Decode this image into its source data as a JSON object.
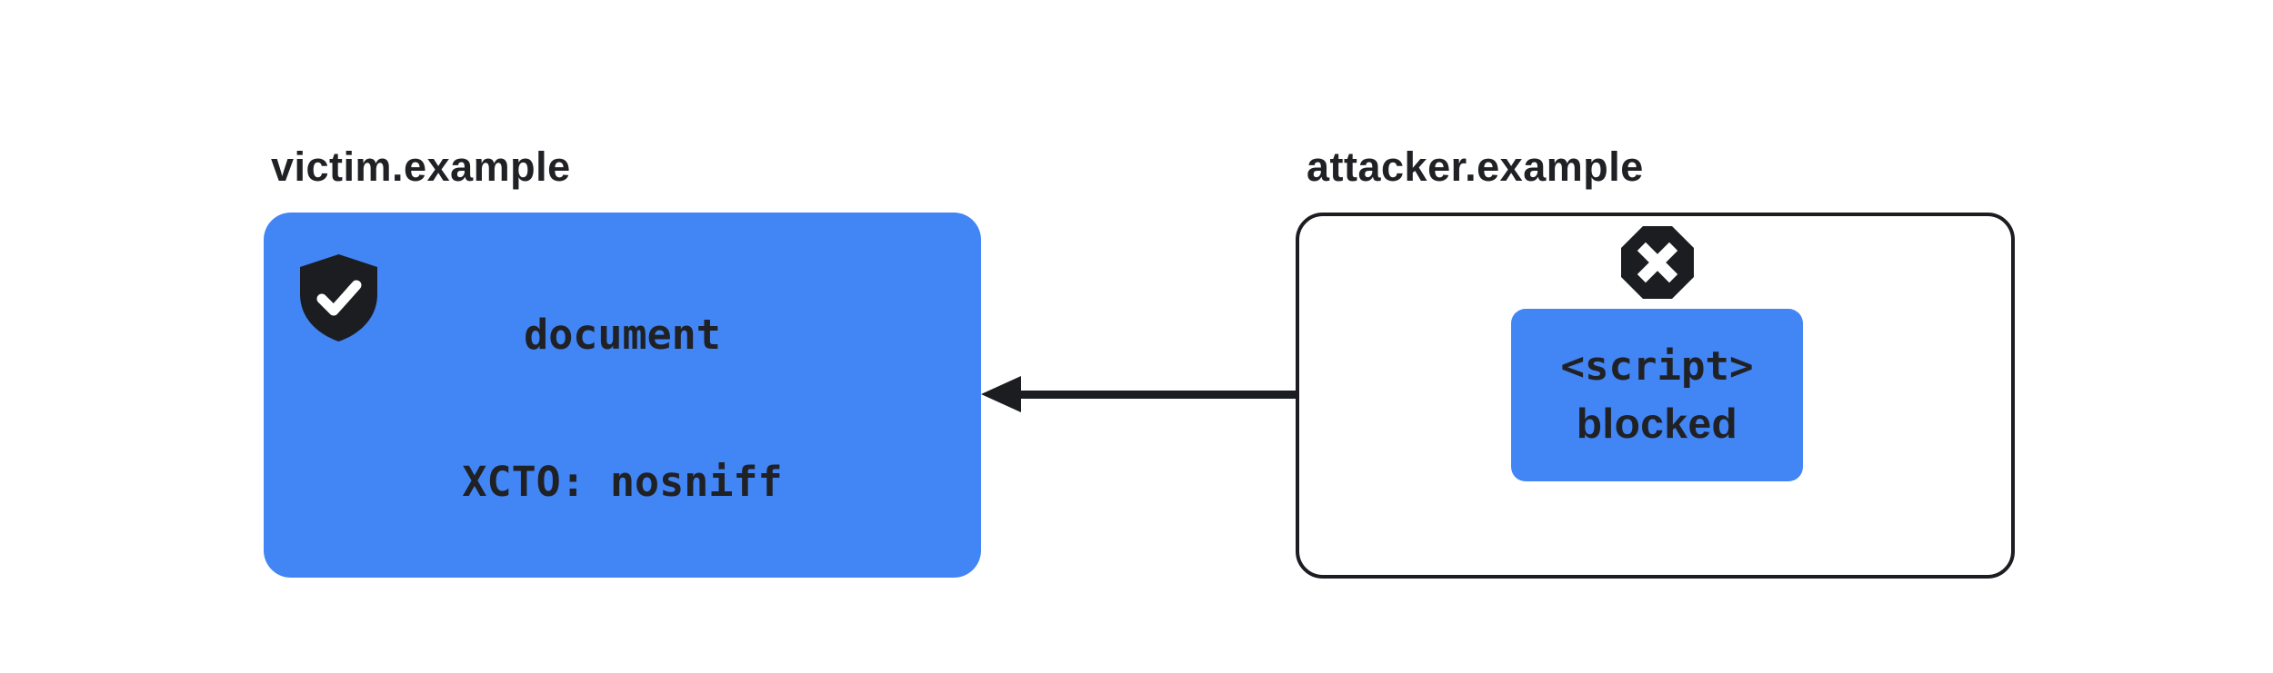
{
  "colors": {
    "accent_blue": "#4285F4",
    "ink": "#1B1D21",
    "text_dark": "#202124",
    "background": "#FFFFFF"
  },
  "victim": {
    "label": "victim.example",
    "shield_icon": "shield-check-icon",
    "node": {
      "line1": "document",
      "line2": "XCTO: nosniff"
    }
  },
  "attacker": {
    "label": "attacker.example",
    "blocked_icon": "octagon-x-icon",
    "node": {
      "line1": "<script>",
      "line2": "blocked"
    }
  },
  "arrow": {
    "direction": "attacker-to-victim"
  }
}
